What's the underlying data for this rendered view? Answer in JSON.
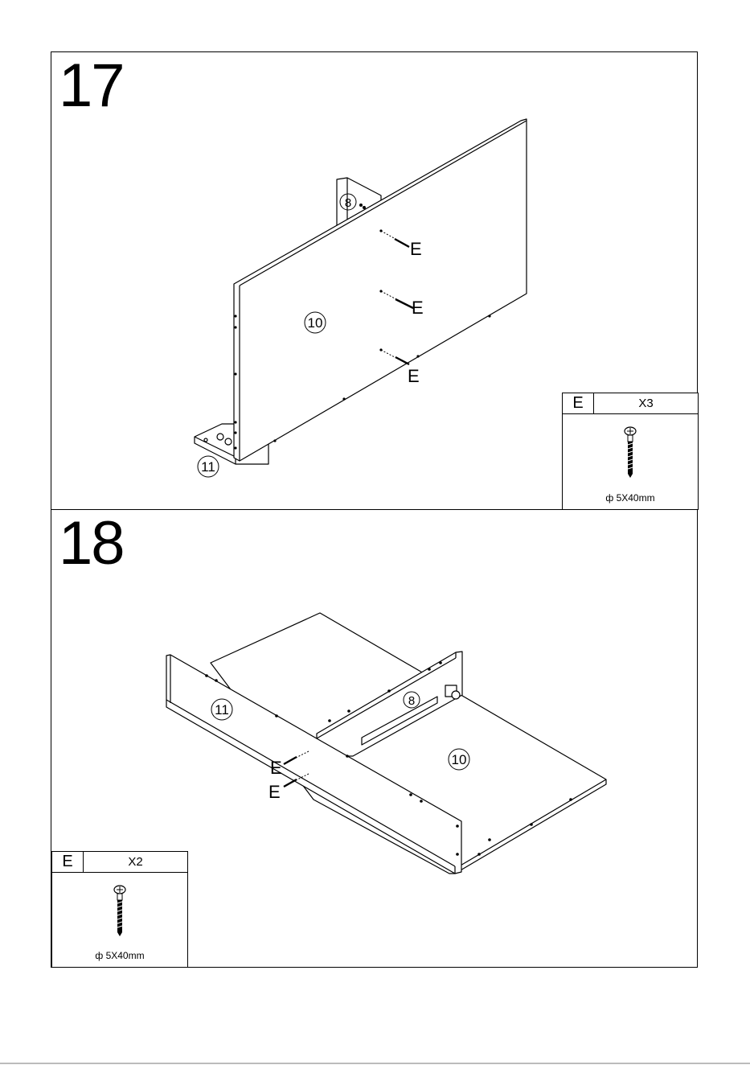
{
  "steps": [
    {
      "number": "17",
      "callouts": {
        "part_a": "8",
        "part_b": "10",
        "part_c": "11",
        "fastener": "E"
      },
      "hardware": {
        "letter": "E",
        "quantity": "X3",
        "size": "ф 5X40mm"
      }
    },
    {
      "number": "18",
      "callouts": {
        "part_a": "8",
        "part_b": "10",
        "part_c": "11",
        "fastener": "E"
      },
      "hardware": {
        "letter": "E",
        "quantity": "X2",
        "size": "ф 5X40mm"
      }
    }
  ],
  "icons": {
    "screw": "screw-icon",
    "callout_circle": "part-number-circle-icon"
  }
}
